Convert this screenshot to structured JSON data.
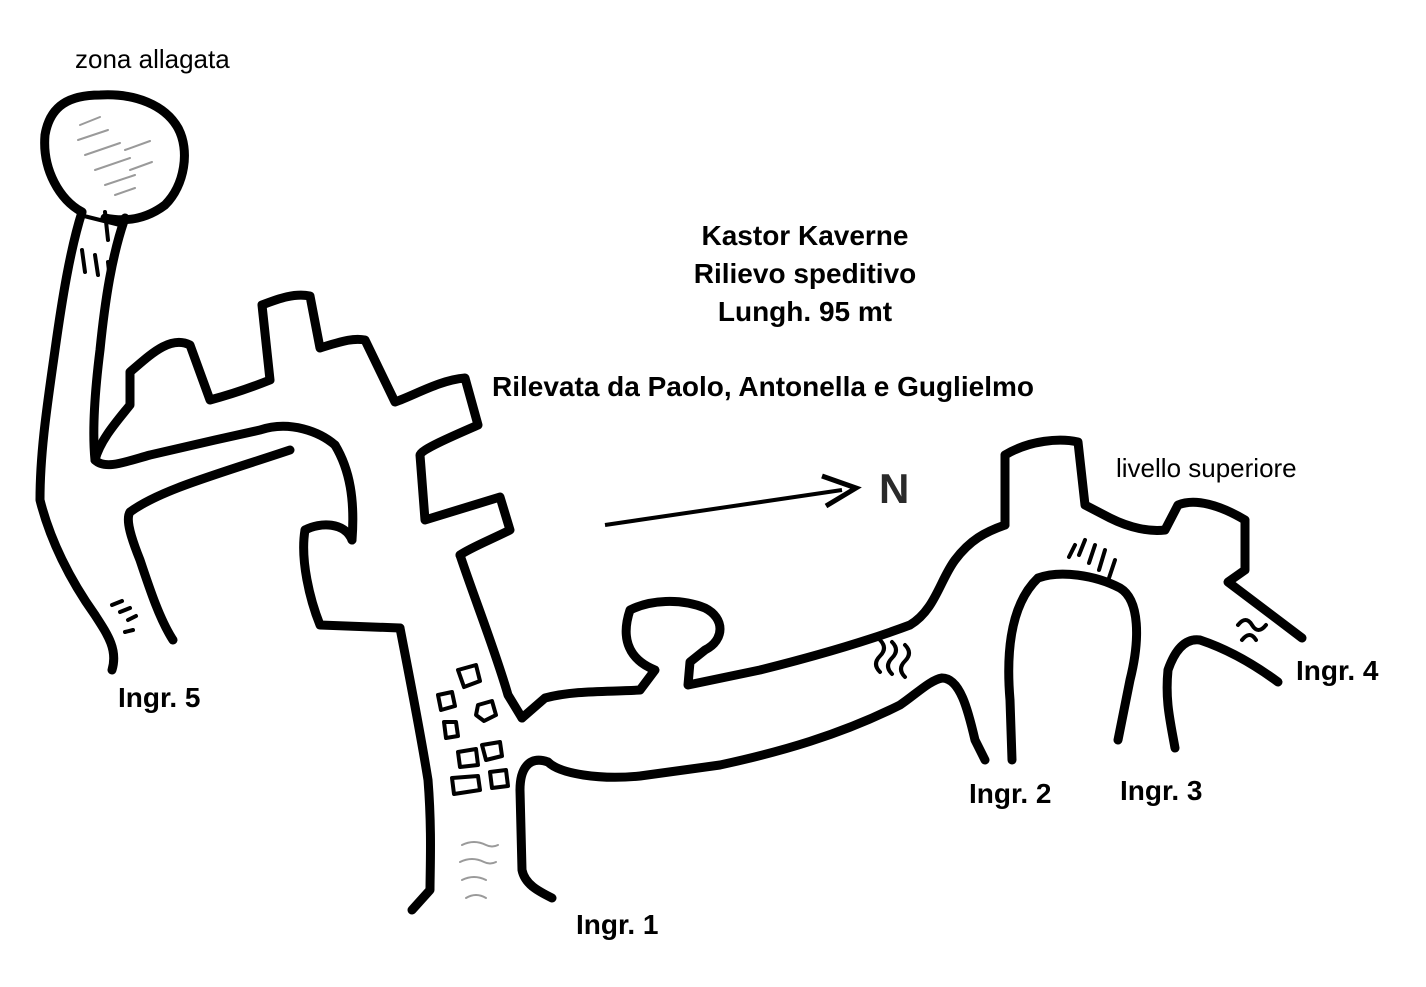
{
  "survey": {
    "title": "Kastor Kaverne",
    "subtitle": "Rilievo speditivo",
    "length": "Lungh. 95 mt",
    "credits": "Rilevata da Paolo, Antonella e Guglielmo"
  },
  "north_label": "N",
  "zones": {
    "flooded": "zona allagata",
    "upper_level": "livello superiore"
  },
  "entrances": [
    "Ingr. 1",
    "Ingr. 2",
    "Ingr. 3",
    "Ingr. 4",
    "Ingr. 5"
  ]
}
